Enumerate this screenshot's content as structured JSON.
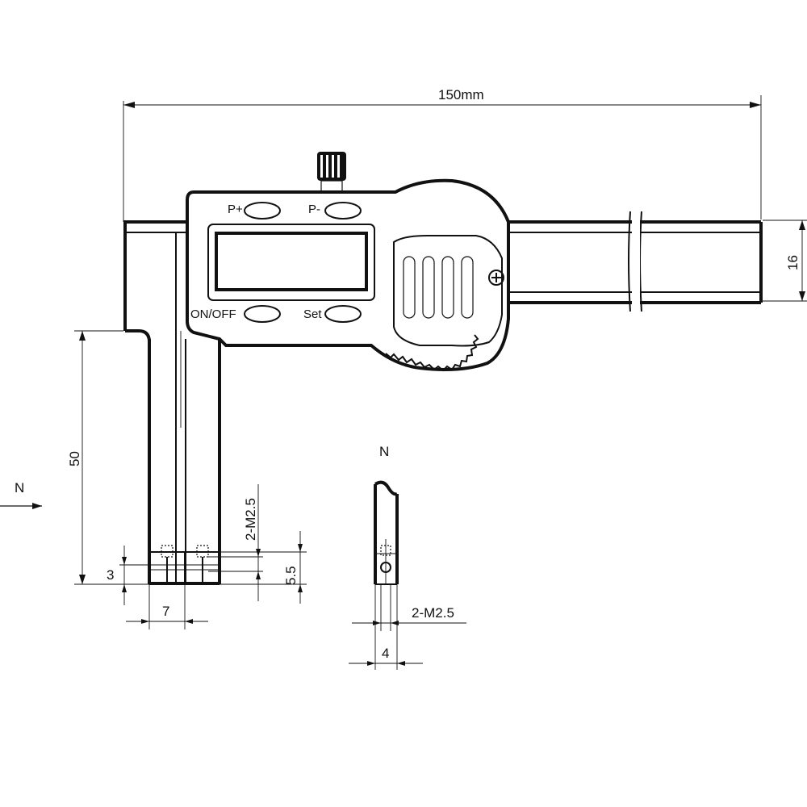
{
  "drawing": {
    "overall_length": "150mm",
    "beam_height": "16",
    "jaw_depth": "50",
    "section_marker_left": "N",
    "section_marker_view": "N",
    "thread_callout_vertical": "2-M2.5",
    "thread_callout_horizontal": "2-M2.5",
    "dim_tip_offset": "3",
    "dim_tip_height": "5.5",
    "dim_tip_width": "7",
    "dim_section_width": "4"
  },
  "buttons": {
    "p_plus": "P+",
    "p_minus": "P-",
    "on_off": "ON/OFF",
    "set": "Set"
  }
}
